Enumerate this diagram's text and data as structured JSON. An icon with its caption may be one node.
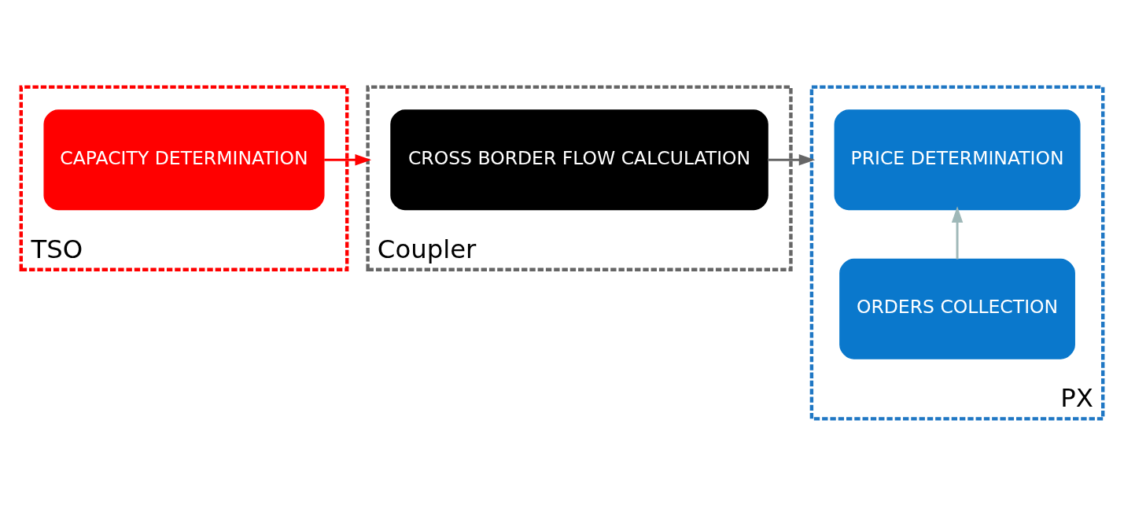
{
  "diagram": {
    "nodes": [
      {
        "text": [
          "TSO"
        ]
      },
      {
        "text": [
          "CAPACITY DETERMINATION"
        ],
        "in": 0
      },
      {
        "text": [
          "Coupler"
        ]
      },
      {
        "text": [
          "CROSS BORDER FLOW CALCULATION"
        ],
        "in": 2
      },
      {
        "text": [
          "PX"
        ]
      },
      {
        "text": [
          "ORDERS COLLECTION"
        ],
        "in": 4
      },
      {
        "text": [
          "PRICE DETERMINATION"
        ],
        "in": 4
      }
    ],
    "edges": [
      {
        "from": 1,
        "to": 2,
        "arrow": "to",
        "color": "#ff0000"
      },
      {
        "from": 3,
        "to": 4,
        "arrow": "to",
        "color": "#666666"
      },
      {
        "from": 5,
        "to": 6,
        "arrow": "to",
        "color": "#9fb8b8"
      }
    ]
  }
}
